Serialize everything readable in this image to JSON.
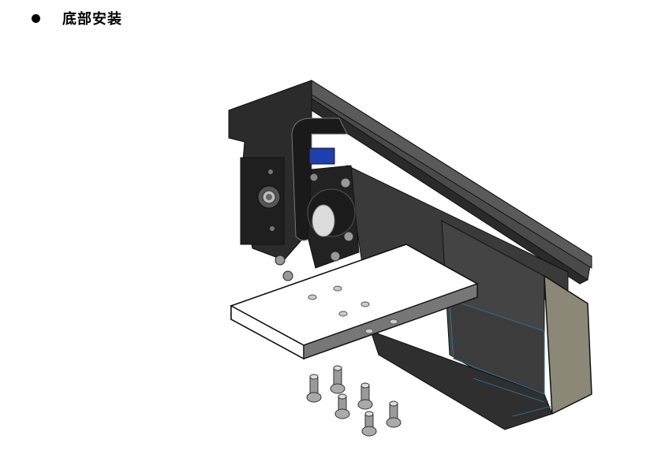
{
  "section": {
    "title": "底部安装",
    "bullet_icon": "filled-circle-bullet"
  },
  "figure": {
    "subject": "linear-actuator-bottom-mount-illustration"
  }
}
